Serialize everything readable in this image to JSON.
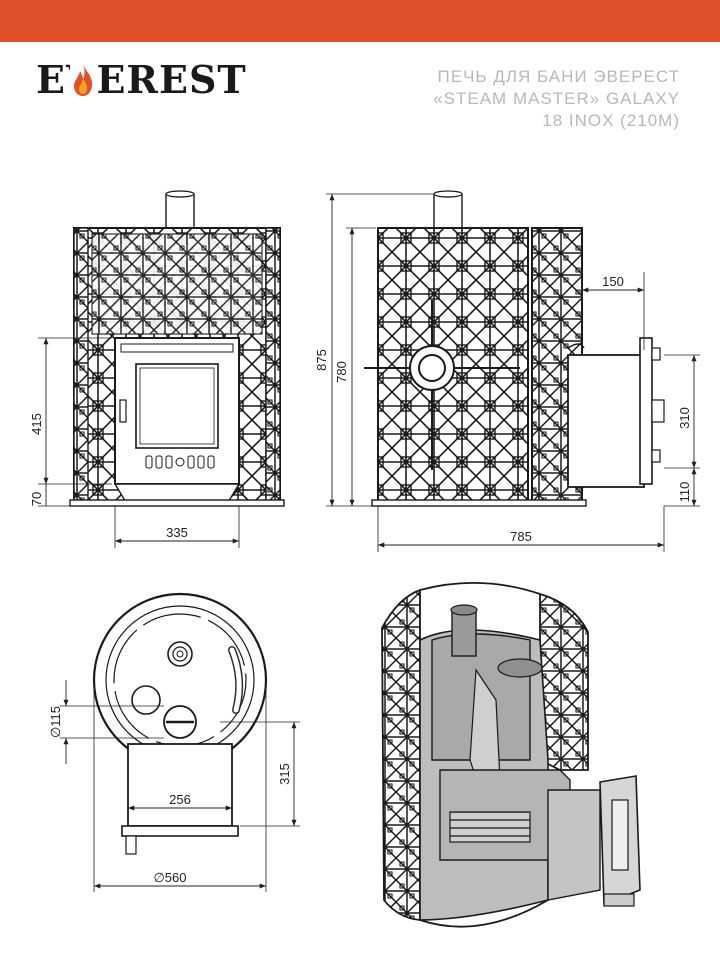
{
  "brand": {
    "logo_text": "EVEREST",
    "accent_color": "#e0502a"
  },
  "title": {
    "line1": "ПЕЧЬ ДЛЯ БАНИ ЭВЕРЕСТ",
    "line2": "«STEAM MASTER» GALAXY",
    "line3": "18 INOX (210М)"
  },
  "dimensions": {
    "front_height_415": "415",
    "front_base_70": "70",
    "front_width_335": "335",
    "side_height_875": "875",
    "side_height_780": "780",
    "side_tunnel_150": "150",
    "side_tunnel_310": "310",
    "side_base_110": "110",
    "side_length_785": "785",
    "top_flue_dia": "∅115",
    "top_tunnel_width_256": "256",
    "top_depth_315": "315",
    "top_diameter": "∅560"
  }
}
